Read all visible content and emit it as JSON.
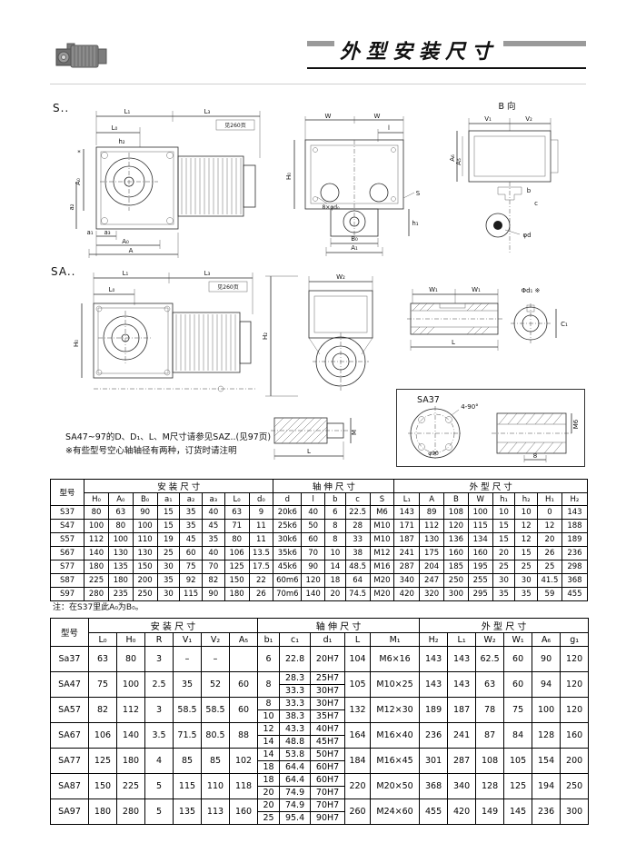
{
  "header": {
    "title": "外型安装尺寸"
  },
  "sections": {
    "s": "S..",
    "sa": "SA..",
    "b_view": "B 向",
    "see_page": "见260页",
    "sa37": "SA37"
  },
  "dims": {
    "L1": "L₁",
    "L3": "L₃",
    "L0": "L₀",
    "A0": "A₀",
    "a1": "a₁",
    "a2": "a₂",
    "a3": "a₃",
    "A": "A",
    "h2": "h₂",
    "h1": "h₁",
    "H0": "H₀",
    "H2": "H₂",
    "W": "W",
    "l": "l",
    "bolt": "8×φd₀",
    "B0": "B₀",
    "A1": "A₁",
    "S": "S",
    "V1": "V₁",
    "V2": "V₂",
    "A5": "A₅",
    "A6": "A₆",
    "b": "b",
    "c": "c",
    "phid": "φd",
    "W1": "W₁",
    "W2": "W₂",
    "phid1": "Φd₁ ※",
    "C1": "C₁",
    "L": "L",
    "M": "M",
    "deg": "4-90°",
    "phi90": "φ90",
    "eight": "8",
    "M6": "M6",
    "star": "*"
  },
  "notes": {
    "line1": "SA47~97的D、D₁、L、M尺寸请参见SAZ..(见97页)",
    "line2": "※有些型号空心轴轴径有两种，订货时请注明"
  },
  "table1": {
    "model_header": "型号",
    "groups": [
      {
        "label": "安  装  尺  寸",
        "span": 8
      },
      {
        "label": "轴  伸  尺  寸",
        "span": 5
      },
      {
        "label": "外  型  尺  寸",
        "span": 8
      }
    ],
    "columns": [
      "H₀",
      "A₀",
      "B₀",
      "a₁",
      "a₂",
      "a₃",
      "L₀",
      "d₀",
      "d",
      "l",
      "b",
      "c",
      "S",
      "L₁",
      "A",
      "B",
      "W",
      "h₁",
      "h₂",
      "H₁",
      "H₂"
    ],
    "rows": [
      [
        "S37",
        "80",
        "63",
        "90",
        "15",
        "35",
        "40",
        "63",
        "9",
        "20k6",
        "40",
        "6",
        "22.5",
        "M6",
        "143",
        "89",
        "108",
        "100",
        "10",
        "10",
        "0",
        "143"
      ],
      [
        "S47",
        "100",
        "80",
        "100",
        "15",
        "35",
        "45",
        "71",
        "11",
        "25k6",
        "50",
        "8",
        "28",
        "M10",
        "171",
        "112",
        "120",
        "115",
        "15",
        "12",
        "12",
        "188"
      ],
      [
        "S57",
        "112",
        "100",
        "110",
        "19",
        "45",
        "35",
        "80",
        "11",
        "30k6",
        "60",
        "8",
        "33",
        "M10",
        "187",
        "130",
        "136",
        "134",
        "15",
        "12",
        "20",
        "189"
      ],
      [
        "S67",
        "140",
        "130",
        "130",
        "25",
        "60",
        "40",
        "106",
        "13.5",
        "35k6",
        "70",
        "10",
        "38",
        "M12",
        "241",
        "175",
        "160",
        "160",
        "20",
        "15",
        "26",
        "236"
      ],
      [
        "S77",
        "180",
        "135",
        "150",
        "30",
        "75",
        "70",
        "125",
        "17.5",
        "45k6",
        "90",
        "14",
        "48.5",
        "M16",
        "287",
        "204",
        "185",
        "195",
        "25",
        "25",
        "25",
        "298"
      ],
      [
        "S87",
        "225",
        "180",
        "200",
        "35",
        "92",
        "82",
        "150",
        "22",
        "60m6",
        "120",
        "18",
        "64",
        "M20",
        "340",
        "247",
        "250",
        "255",
        "30",
        "30",
        "41.5",
        "368"
      ],
      [
        "S97",
        "280",
        "235",
        "250",
        "30",
        "115",
        "90",
        "180",
        "26",
        "70m6",
        "140",
        "20",
        "74.5",
        "M20",
        "420",
        "320",
        "300",
        "295",
        "35",
        "35",
        "59",
        "455"
      ]
    ],
    "note": "注：在S37里此A₀为B₀。"
  },
  "table2": {
    "model_header": "型号",
    "groups": [
      {
        "label": "安  装  尺  寸",
        "span": 6
      },
      {
        "label": "轴  伸  尺  寸",
        "span": 5
      },
      {
        "label": "外  型  尺  寸",
        "span": 6
      }
    ],
    "columns": [
      "L₀",
      "H₀",
      "R",
      "V₁",
      "V₂",
      "A₅",
      "b₁",
      "c₁",
      "d₁",
      "L",
      "M₁",
      "H₂",
      "L₁",
      "W₂",
      "W₁",
      "A₆",
      "g₁"
    ],
    "rows": [
      {
        "model": "Sa37",
        "install": [
          "63",
          "80",
          "3",
          "–",
          "–",
          ""
        ],
        "b1": [
          "6"
        ],
        "c1": [
          "22.8"
        ],
        "d1": [
          "20H7"
        ],
        "L": "104",
        "M1": "M6×16",
        "outline": [
          "143",
          "143",
          "62.5",
          "60",
          "90",
          "120"
        ]
      },
      {
        "model": "SA47",
        "install": [
          "75",
          "100",
          "2.5",
          "35",
          "52",
          "60"
        ],
        "b1": [
          "8"
        ],
        "c1": [
          "28.3",
          "33.3"
        ],
        "d1": [
          "25H7",
          "30H7"
        ],
        "L": "105",
        "M1": "M10×25",
        "outline": [
          "143",
          "143",
          "63",
          "60",
          "94",
          "120"
        ]
      },
      {
        "model": "SA57",
        "install": [
          "82",
          "112",
          "3",
          "58.5",
          "58.5",
          "60"
        ],
        "b1": [
          "8",
          "10"
        ],
        "c1": [
          "33.3",
          "38.3"
        ],
        "d1": [
          "30H7",
          "35H7"
        ],
        "L": "132",
        "M1": "M12×30",
        "outline": [
          "189",
          "187",
          "78",
          "75",
          "100",
          "120"
        ]
      },
      {
        "model": "SA67",
        "install": [
          "106",
          "140",
          "3.5",
          "71.5",
          "80.5",
          "88"
        ],
        "b1": [
          "12",
          "14"
        ],
        "c1": [
          "43.3",
          "48.8"
        ],
        "d1": [
          "40H7",
          "45H7"
        ],
        "L": "164",
        "M1": "M16×40",
        "outline": [
          "236",
          "241",
          "87",
          "84",
          "128",
          "160"
        ]
      },
      {
        "model": "SA77",
        "install": [
          "125",
          "180",
          "4",
          "85",
          "85",
          "102"
        ],
        "b1": [
          "14",
          "18"
        ],
        "c1": [
          "53.8",
          "64.4"
        ],
        "d1": [
          "50H7",
          "60H7"
        ],
        "L": "184",
        "M1": "M16×45",
        "outline": [
          "301",
          "287",
          "108",
          "105",
          "154",
          "200"
        ]
      },
      {
        "model": "SA87",
        "install": [
          "150",
          "225",
          "5",
          "115",
          "110",
          "118"
        ],
        "b1": [
          "18",
          "20"
        ],
        "c1": [
          "64.4",
          "74.9"
        ],
        "d1": [
          "60H7",
          "70H7"
        ],
        "L": "220",
        "M1": "M20×50",
        "outline": [
          "368",
          "340",
          "128",
          "125",
          "194",
          "250"
        ]
      },
      {
        "model": "SA97",
        "install": [
          "180",
          "280",
          "5",
          "135",
          "113",
          "160"
        ],
        "b1": [
          "20",
          "25"
        ],
        "c1": [
          "74.9",
          "95.4"
        ],
        "d1": [
          "70H7",
          "90H7"
        ],
        "L": "260",
        "M1": "M24×60",
        "outline": [
          "455",
          "420",
          "149",
          "145",
          "236",
          "300"
        ]
      }
    ]
  }
}
